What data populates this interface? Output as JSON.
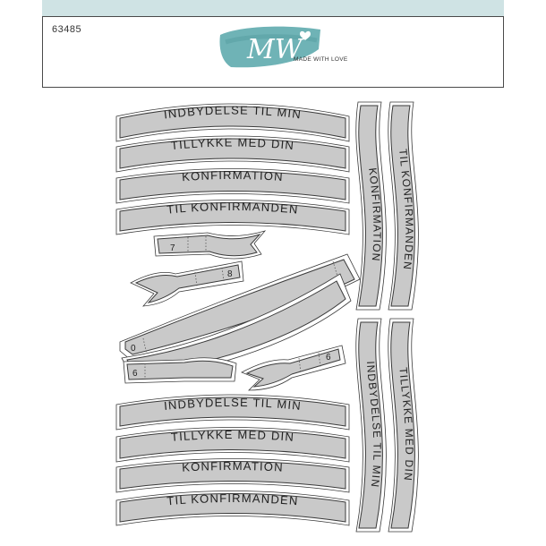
{
  "product": {
    "code": "63485",
    "brand_mark": "MW",
    "tagline": "MADE WITH LOVE"
  },
  "banners": [
    "INDBYDELSE TIL MIN",
    "TILLYKKE MED DIN",
    "KONFIRMATION",
    "TIL KONFIRMANDEN",
    "INDBYDELSE TIL MIN",
    "TILLYKKE MED DIN",
    "KONFIRMATION",
    "TIL KONFIRMANDEN"
  ],
  "vertical_banners": [
    "KONFIRMATION",
    "TIL KONFIRMANDEN",
    "INDBYDELSE TIL MIN",
    "TILLYKKE MED DIN"
  ],
  "flag_numbers": [
    "7",
    "8",
    "0",
    "6",
    "6"
  ],
  "colors": {
    "header_strip": "#cfe3e4",
    "logo_teal": "#6fb3b6",
    "die_fill": "#c9c9c9",
    "outline": "#3a3a3a"
  }
}
